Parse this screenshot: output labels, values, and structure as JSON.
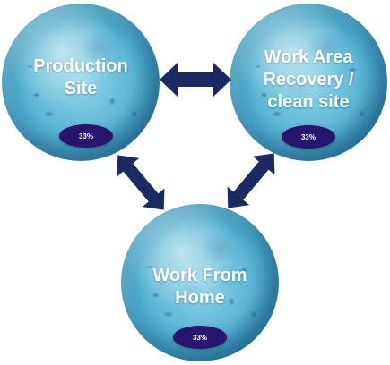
{
  "nodes": [
    {
      "label_lines": [
        "Production",
        "Site"
      ],
      "badge": "33%"
    },
    {
      "label_lines": [
        "Work Area",
        "Recovery /",
        "clean site"
      ],
      "badge": "33%"
    },
    {
      "label_lines": [
        "Work From",
        "Home"
      ],
      "badge": "33%"
    }
  ],
  "colors": {
    "arrow": "#1b2a63",
    "badge": "#28166e",
    "globe": "#5fb8d6"
  }
}
